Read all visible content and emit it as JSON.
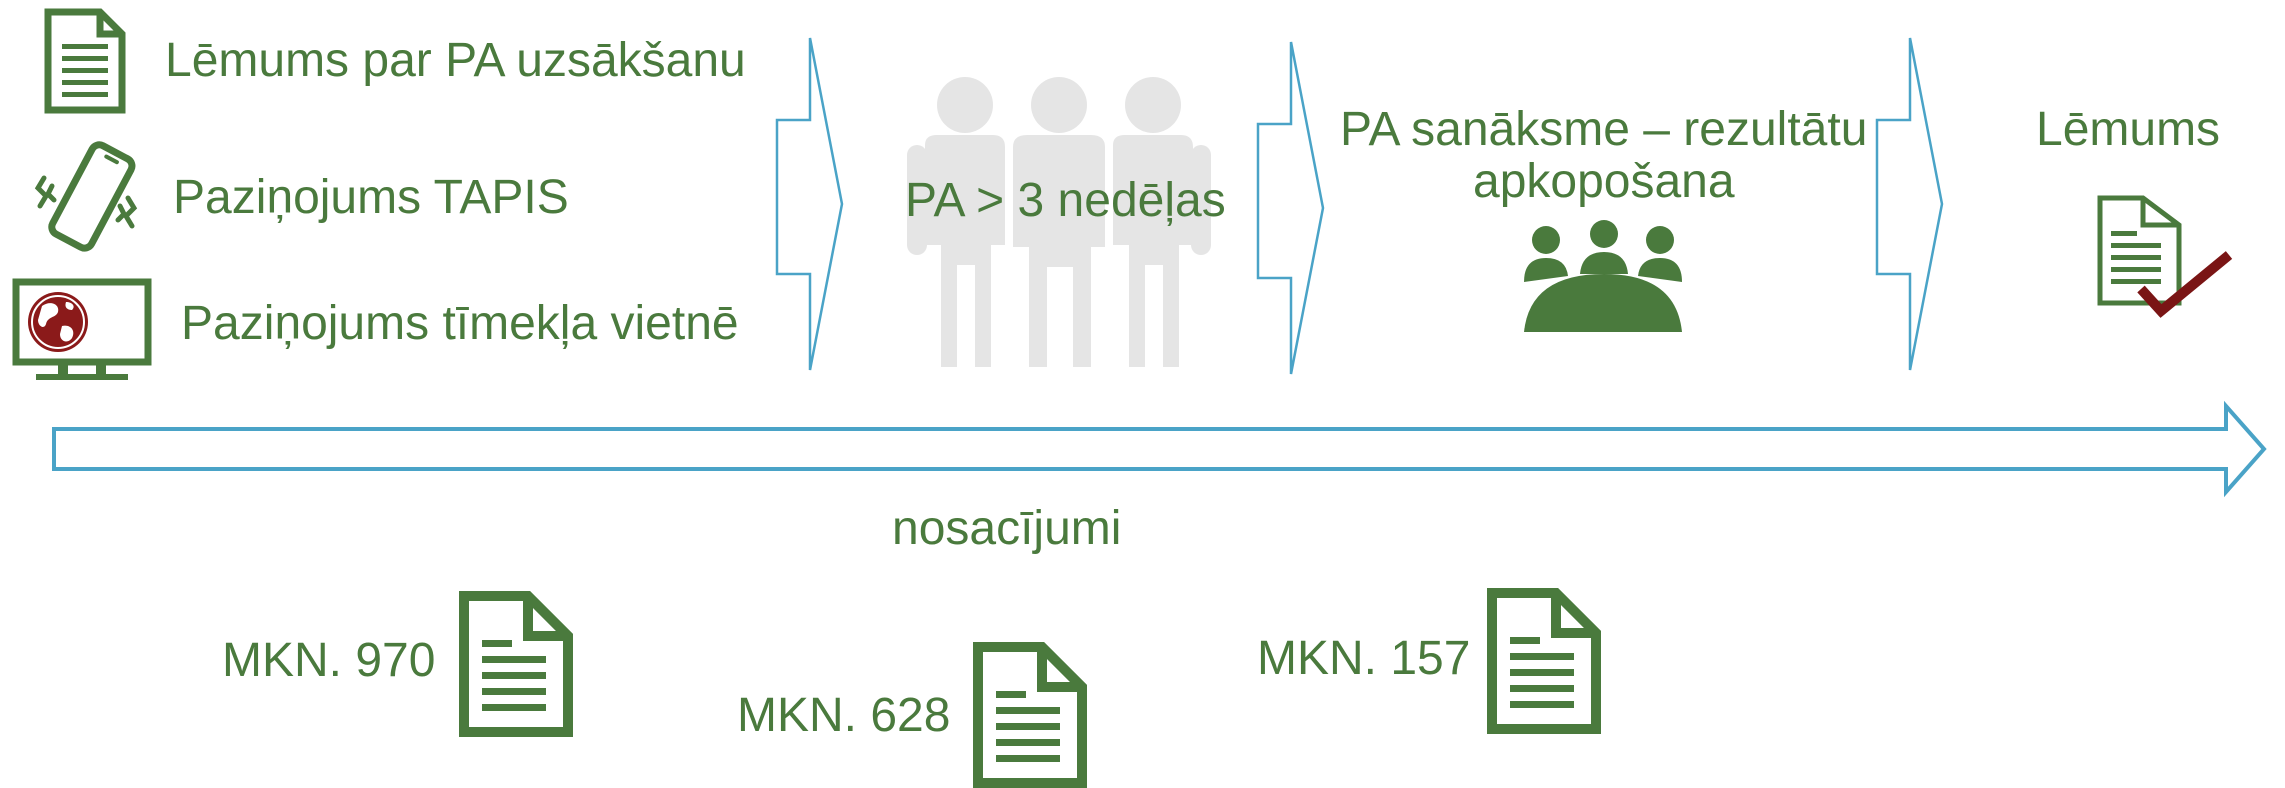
{
  "colors": {
    "green": "#4a7a3d",
    "arrow_blue": "#4aa3c7",
    "crowd_grey": "#e5e5e5",
    "globe_red": "#8b1a1a",
    "check_red": "#7a1515"
  },
  "icons": {
    "decision_doc": "document-icon",
    "mobile": "vibrating-phone-icon",
    "web": "monitor-globe-icon",
    "crowd": "people-group-icon",
    "meeting": "meeting-table-icon",
    "final": "document-check-icon",
    "regulation": "document-icon"
  },
  "start": {
    "item1": "Lēmums par PA uzsākšanu",
    "item2": "Paziņojums TAPIS",
    "item3": "Paziņojums tīmekļa vietnē"
  },
  "stage2": {
    "label": "PA > 3 nedēļas"
  },
  "stage3": {
    "line1": "PA sanāksme – rezultātu",
    "line2": "apkopošana"
  },
  "stage4": {
    "label": "Lēmums"
  },
  "conditions": {
    "label": "nosacījumi",
    "docs": [
      "MKN. 970",
      "MKN. 628",
      "MKN. 157"
    ]
  }
}
